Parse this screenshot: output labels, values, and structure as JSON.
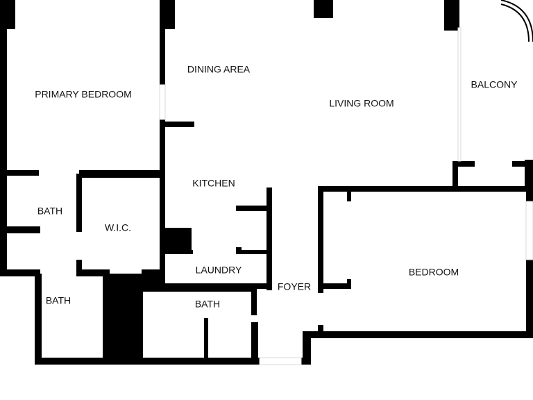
{
  "plan": {
    "colors": {
      "wall": "#000000",
      "background": "#ffffff",
      "label": "#111111"
    },
    "rooms": {
      "primary_bedroom": "PRIMARY BEDROOM",
      "dining_area": "DINING AREA",
      "living_room": "LIVING ROOM",
      "balcony": "BALCONY",
      "kitchen": "KITCHEN",
      "bath_primary": "BATH",
      "wic": "W.I.C.",
      "laundry": "LAUNDRY",
      "foyer": "FOYER",
      "bedroom": "BEDROOM",
      "bath_lower_left": "BATH",
      "bath_center": "BATH"
    }
  }
}
